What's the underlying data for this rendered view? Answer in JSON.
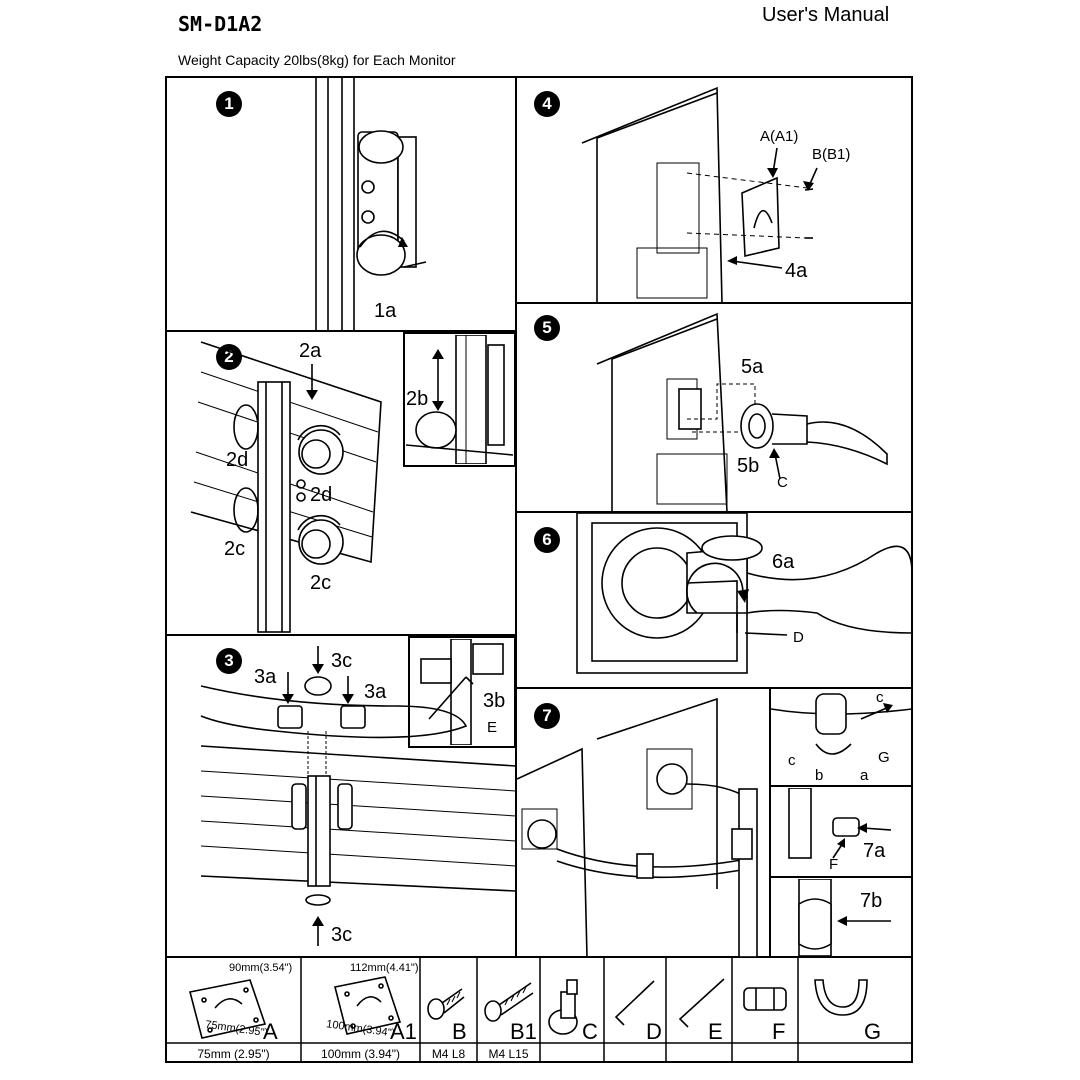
{
  "header": {
    "model": "SM-D1A2",
    "manual_title": "User's Manual",
    "capacity": "Weight Capacity 20lbs(8kg) for Each Monitor"
  },
  "steps": {
    "s1": {
      "num": "1",
      "labels": {
        "a": "1a"
      }
    },
    "s2": {
      "num": "2",
      "labels": {
        "a": "2a",
        "b": "2b",
        "c1": "2c",
        "c2": "2c",
        "d1": "2d",
        "d2": "2d"
      }
    },
    "s3": {
      "num": "3",
      "labels": {
        "a1": "3a",
        "a2": "3a",
        "b": "3b",
        "c1": "3c",
        "c2": "3c",
        "e": "E"
      }
    },
    "s4": {
      "num": "4",
      "labels": {
        "a": "4a",
        "part_a": "A(A1)",
        "part_b": "B(B1)"
      }
    },
    "s5": {
      "num": "5",
      "labels": {
        "a": "5a",
        "b": "5b",
        "c": "C"
      }
    },
    "s6": {
      "num": "6",
      "labels": {
        "a": "6a",
        "d": "D"
      }
    },
    "s7": {
      "num": "7",
      "labels": {
        "a": "7a",
        "b": "7b",
        "c1": "c",
        "c2": "c",
        "g": "G",
        "bb": "b",
        "aa": "a",
        "f": "F"
      }
    }
  },
  "parts": [
    {
      "letter": "A",
      "spec": "75mm (2.95\")",
      "dim_top": "90mm(3.54\")",
      "dim_side": "75mm(2.95\")",
      "icon": "plate-icon"
    },
    {
      "letter": "A1",
      "spec": "100mm (3.94\")",
      "dim_top": "112mm(4.41\")",
      "dim_side": "100mm(3.94\")",
      "icon": "plate-icon"
    },
    {
      "letter": "B",
      "spec": "M4 L8",
      "icon": "short-screw-icon"
    },
    {
      "letter": "B1",
      "spec": "M4 L15",
      "icon": "long-screw-icon"
    },
    {
      "letter": "C",
      "spec": "",
      "icon": "thumb-screw-icon"
    },
    {
      "letter": "D",
      "spec": "",
      "icon": "allen-key-icon"
    },
    {
      "letter": "E",
      "spec": "",
      "icon": "allen-key-icon"
    },
    {
      "letter": "F",
      "spec": "",
      "icon": "cable-clip-icon"
    },
    {
      "letter": "G",
      "spec": "",
      "icon": "cable-cover-icon"
    }
  ]
}
